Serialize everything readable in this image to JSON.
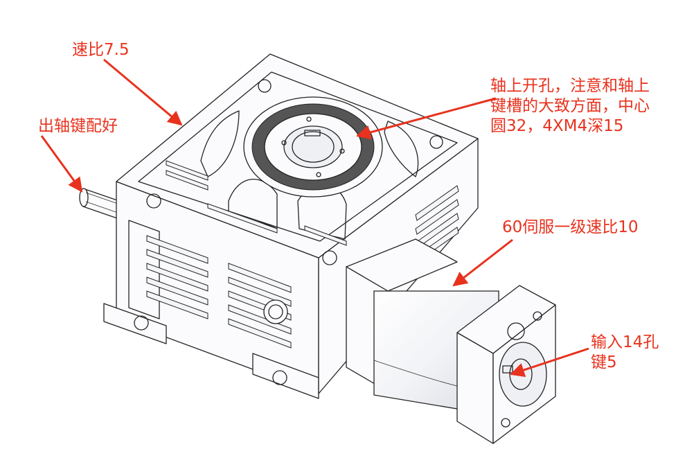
{
  "labels": {
    "ratio": "速比7.5",
    "shaft_key": "出轴键配好",
    "top_hole_line1": "轴上开孔，注意和轴上",
    "top_hole_line2": "键槽的大致方面，中心",
    "top_hole_line3": "圆32，4XM4深15",
    "servo": "60伺服一级速比10",
    "input_line1": "输入14孔",
    "input_line2": "键5"
  },
  "colors": {
    "annotation": "#e8321e",
    "outline": "#222222",
    "ring": "#555555"
  }
}
